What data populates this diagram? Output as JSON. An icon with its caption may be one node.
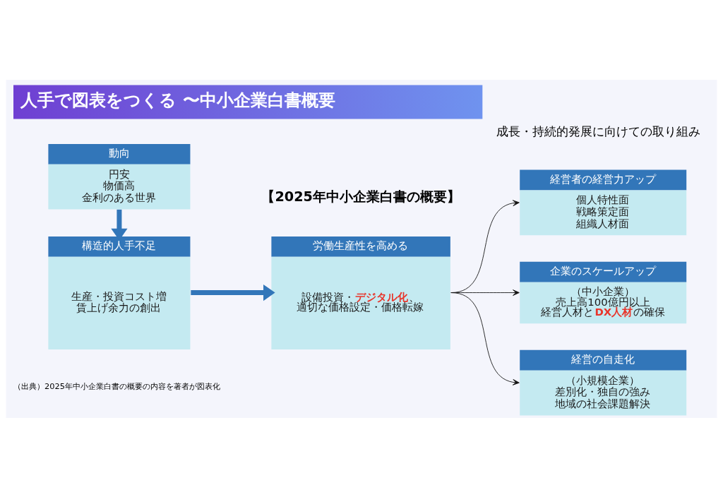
{
  "diagram": {
    "title": "人手で図表をつくる 〜中小企業白書概要",
    "caption": "（出典）2025年中小企業白書の概要の内容を著者が図表化",
    "nodes": [
      {
        "text": [
          "動向",
          "円安",
          "物価高",
          "金利のある世界"
        ]
      },
      {
        "text": [
          "構造的人手不足",
          "生産・投資コスト増",
          "賃上げ余力の創出"
        ]
      },
      {
        "text": [
          "労働生産性を高める",
          "設備投資・**デジタル化**、適切な価格設定・価格転嫁"
        ]
      },
      {
        "text": [
          "経営者の経営力アップ",
          "個人特性面",
          "戦略策定面",
          "組織人材面"
        ]
      },
      {
        "text": [
          "企業のスケールアップ",
          "（中小企業）",
          "売上高100億円以上",
          "経営人材と**DX人材**の確保"
        ]
      },
      {
        "text": [
          "経営の自走化",
          "（小規模企業）",
          "差別化・独自の強み",
          "地域の社会課題解決"
        ]
      }
    ],
    "edges": [
      {
        "from": 0,
        "to": 1,
        "arrow": "to",
        "style": "thick",
        "color": "#3276b9"
      },
      {
        "from": 1,
        "to": 2,
        "arrow": "to",
        "style": "thick",
        "color": "#3276b9"
      },
      {
        "from": 2,
        "to": 3,
        "arrow": "to"
      },
      {
        "from": 2,
        "to": 4,
        "arrow": "to"
      },
      {
        "from": 2,
        "to": 5,
        "arrow": "to"
      }
    ],
    "labels": [
      "【2025年中小企業白書の概要】",
      "成長・持続的発展に向けての取り組み"
    ]
  }
}
